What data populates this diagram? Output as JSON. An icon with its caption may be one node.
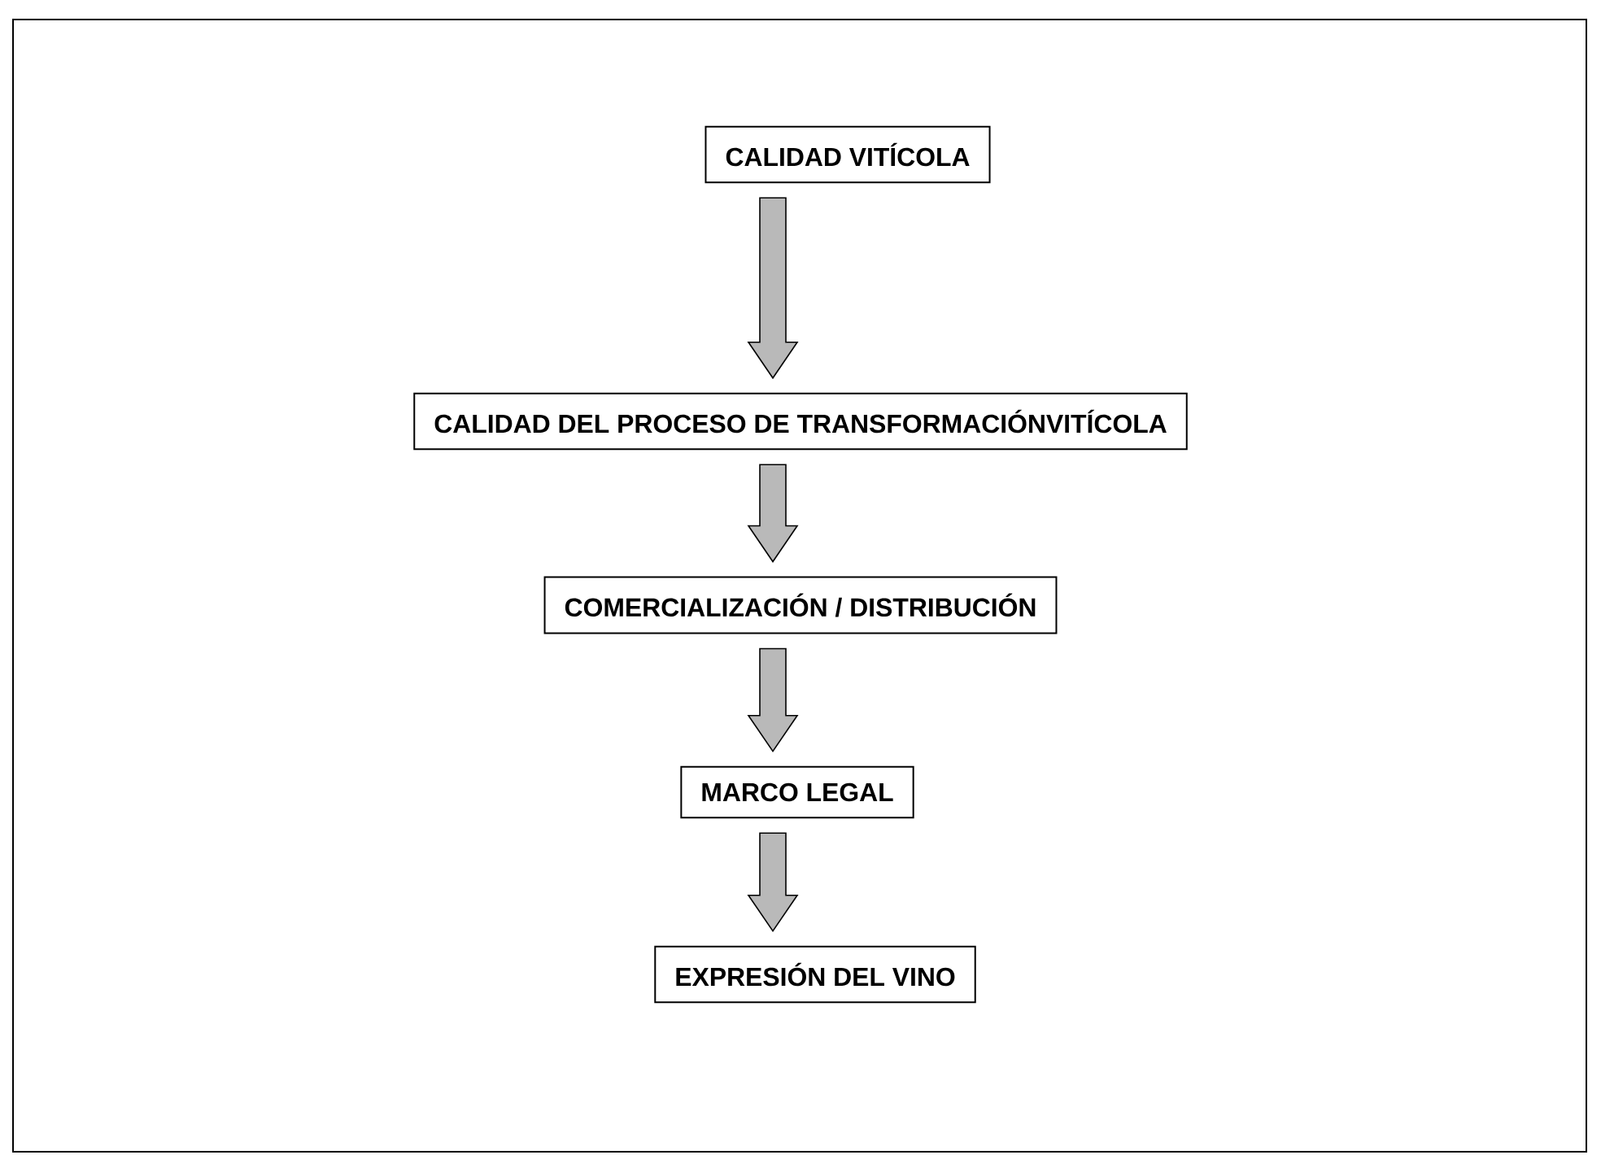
{
  "diagram": {
    "nodes": [
      {
        "text": [
          "CALIDAD VITÍCOLA"
        ]
      },
      {
        "text": [
          "CALIDAD DEL PROCESO DE TRANSFORMACIÓNVITÍCOLA"
        ]
      },
      {
        "text": [
          "COMERCIALIZACIÓN / DISTRIBUCIÓN"
        ]
      },
      {
        "text": [
          "MARCO LEGAL"
        ]
      },
      {
        "text": [
          "EXPRESIÓN DEL VINO"
        ]
      }
    ],
    "edges": [
      {
        "from": 0,
        "to": 1,
        "arrow": "to"
      },
      {
        "from": 1,
        "to": 2,
        "arrow": "to"
      },
      {
        "from": 2,
        "to": 3,
        "arrow": "to"
      },
      {
        "from": 3,
        "to": 4,
        "arrow": "to"
      }
    ]
  }
}
